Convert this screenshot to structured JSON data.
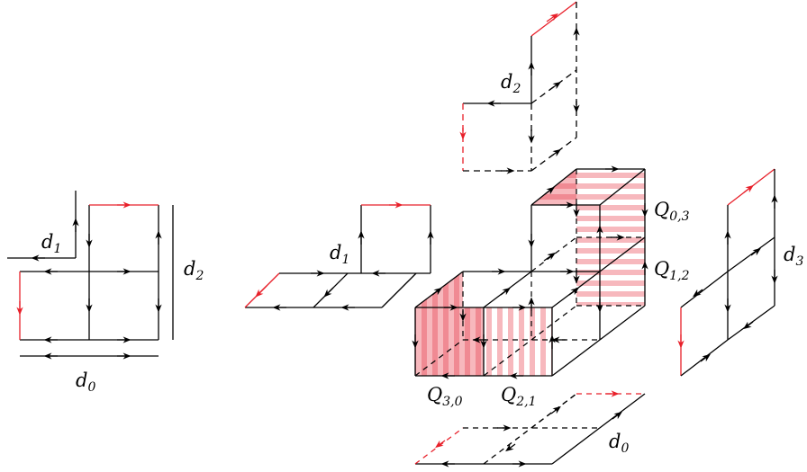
{
  "labels": {
    "left_d0": {
      "base": "d",
      "sub": "0"
    },
    "left_d1": {
      "base": "d",
      "sub": "1"
    },
    "left_d2": {
      "base": "d",
      "sub": "2"
    },
    "top_d2": {
      "base": "d",
      "sub": "2"
    },
    "mid_d1": {
      "base": "d",
      "sub": "1"
    },
    "right_d3": {
      "base": "d",
      "sub": "3"
    },
    "bottom_d0": {
      "base": "d",
      "sub": "0"
    },
    "q03": {
      "base": "Q",
      "sub": "0,3"
    },
    "q12": {
      "base": "Q",
      "sub": "1,2"
    },
    "q30": {
      "base": "Q",
      "sub": "3,0"
    },
    "q21": {
      "base": "Q",
      "sub": "2,1"
    }
  },
  "colors": {
    "edge": "#000000",
    "highlight_edge": "#e8202a",
    "fill_light": "#f7b8bd",
    "fill_strong": "#f08a93"
  }
}
